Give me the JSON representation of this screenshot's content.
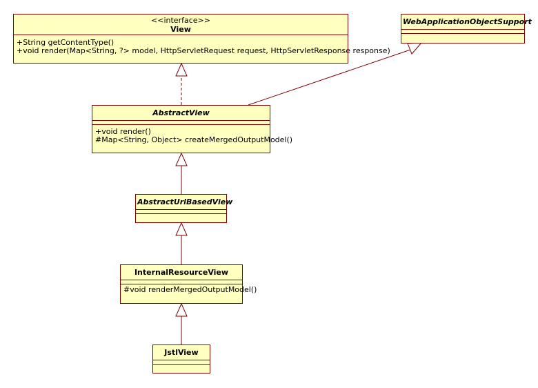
{
  "diagram": {
    "colors": {
      "fill": "#ffffc0",
      "stroke": "#800000"
    },
    "classes": {
      "view": {
        "stereotype": "<<interface>>",
        "name": "View",
        "methods": [
          "+String getContentType()",
          "+void render(Map<String, ?> model, HttpServletRequest request, HttpServletResponse response)"
        ]
      },
      "web_app_object_support": {
        "name": "WebApplicationObjectSupport"
      },
      "abstract_view": {
        "name": "AbstractView",
        "methods": [
          "+void render()",
          "#Map<String, Object> createMergedOutputModel()"
        ]
      },
      "abstract_url_based_view": {
        "name": "AbstractUrlBasedView"
      },
      "internal_resource_view": {
        "name": "InternalResourceView",
        "methods": [
          "#void renderMergedOutputModel()"
        ]
      },
      "jstl_view": {
        "name": "JstlView"
      }
    }
  }
}
